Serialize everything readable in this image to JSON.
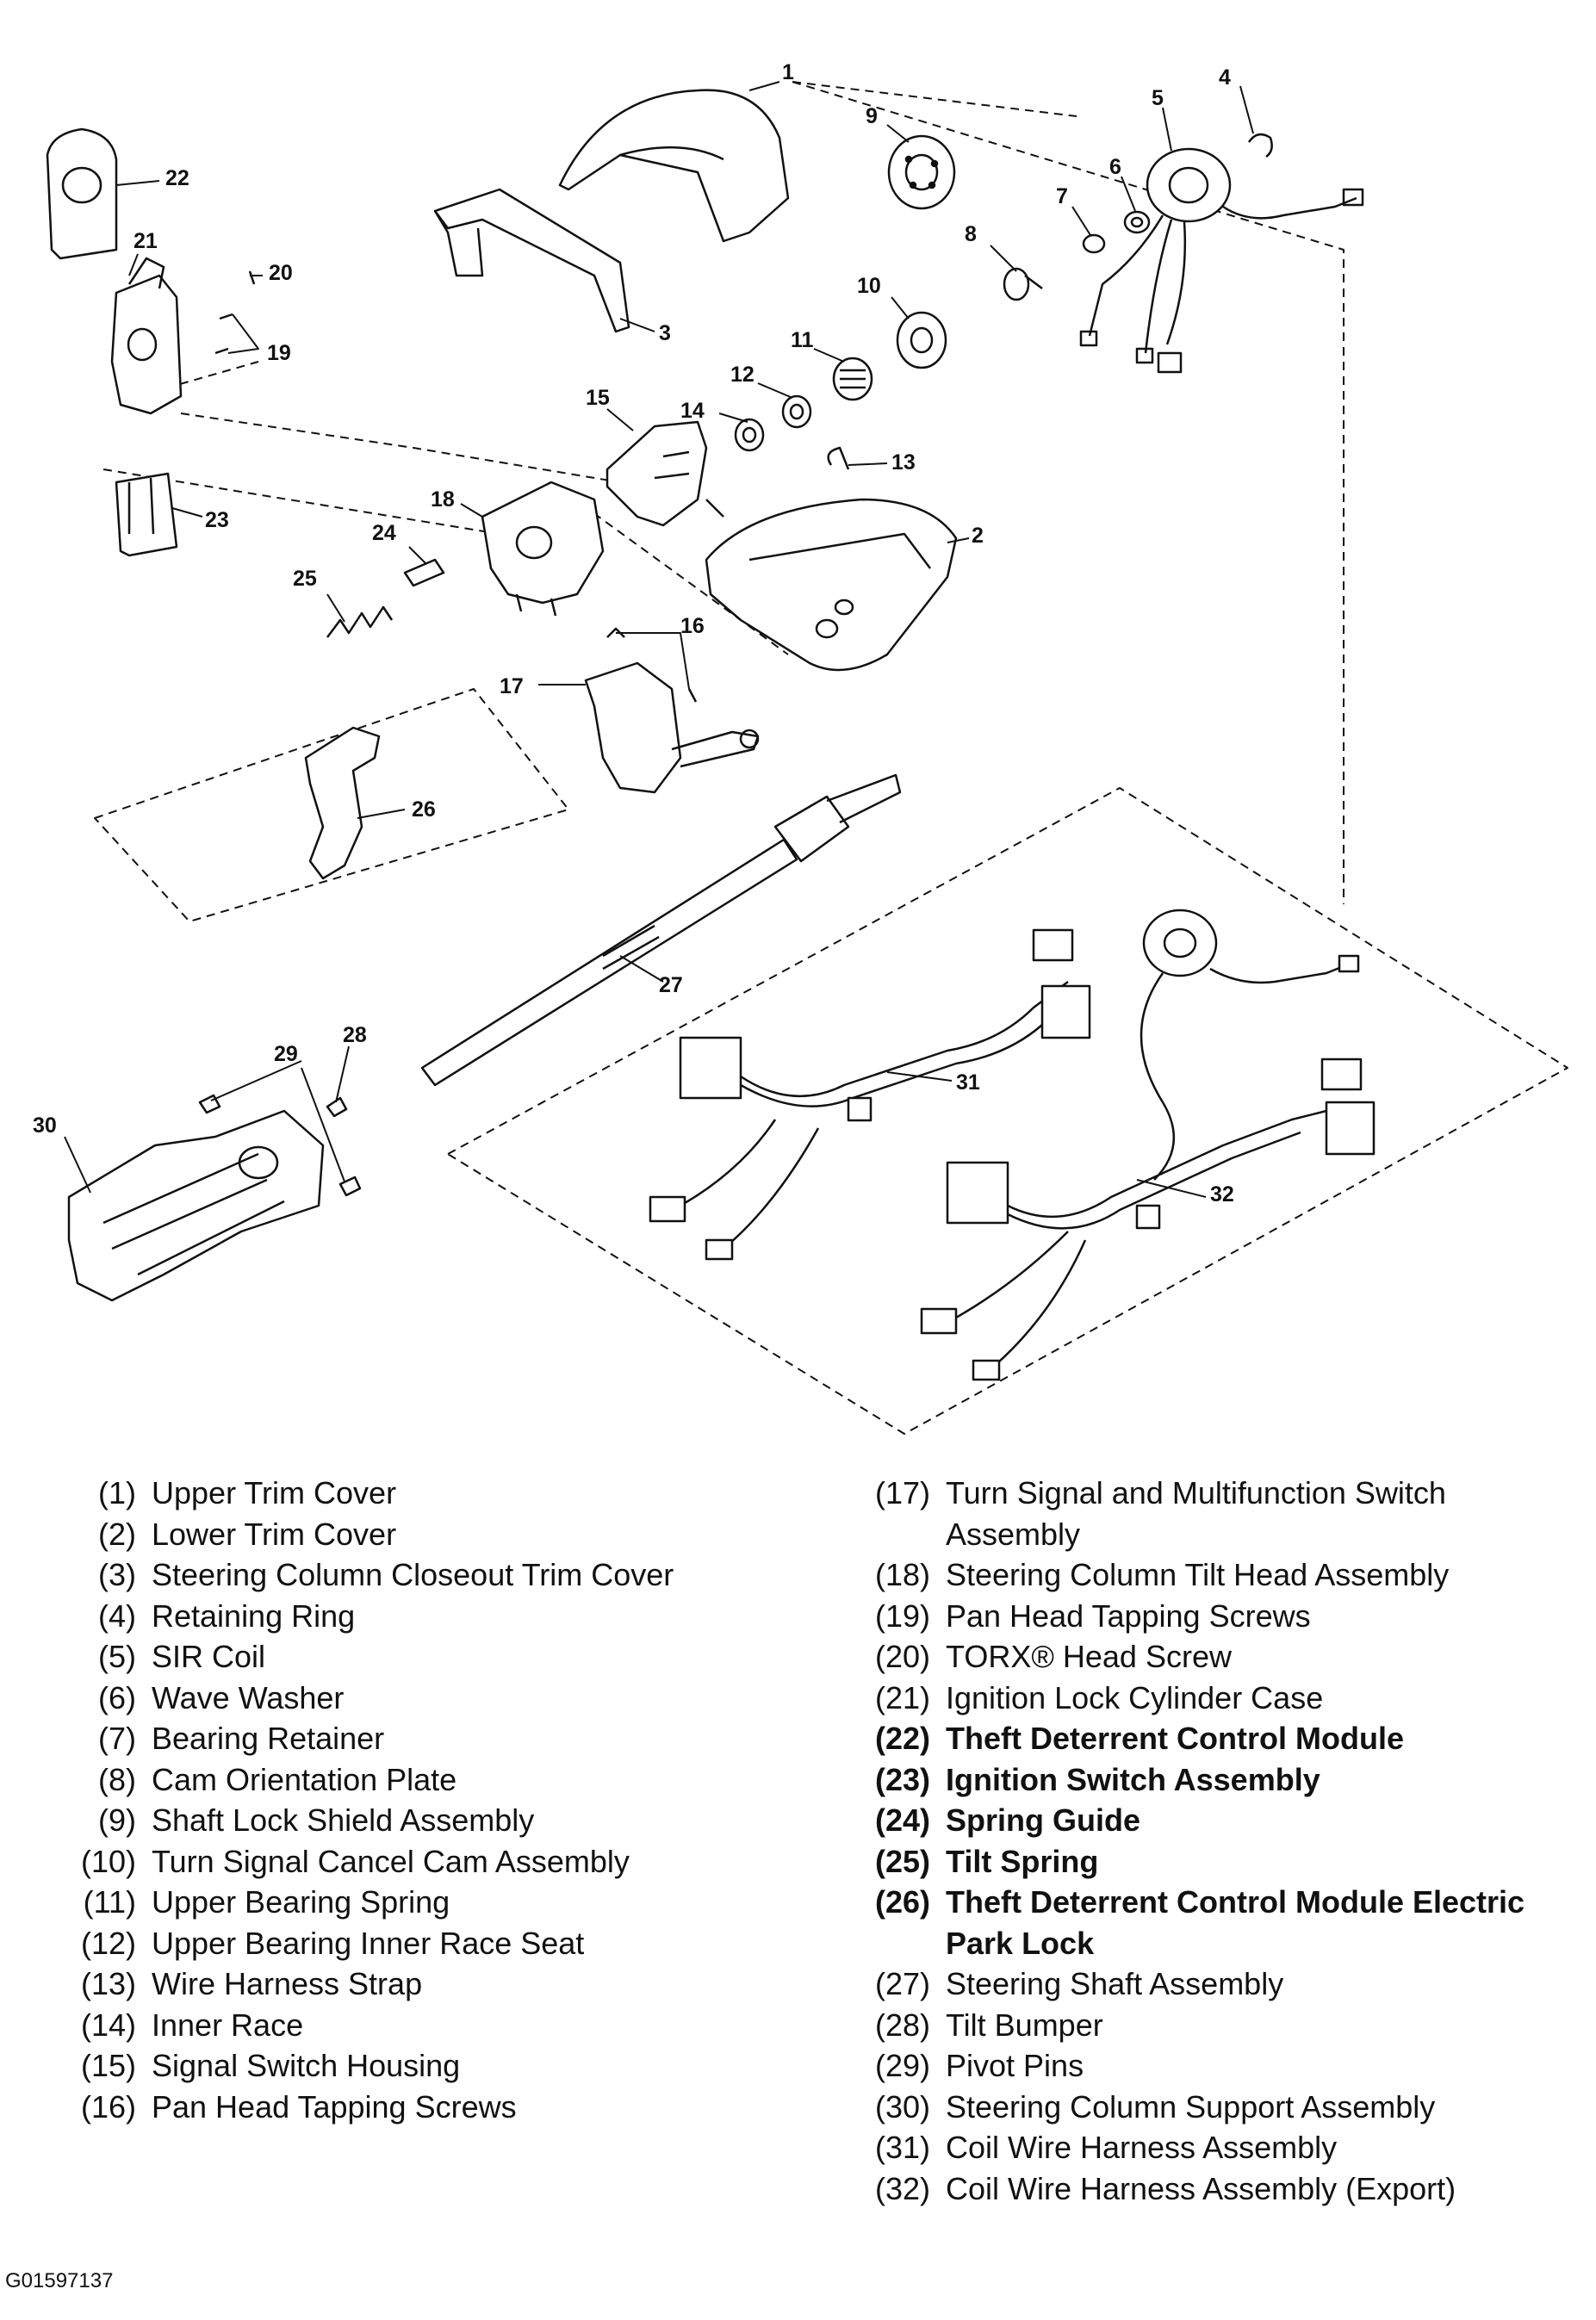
{
  "callouts": [
    "1",
    "2",
    "3",
    "4",
    "5",
    "6",
    "7",
    "8",
    "9",
    "10",
    "11",
    "12",
    "13",
    "14",
    "15",
    "16",
    "17",
    "18",
    "19",
    "20",
    "21",
    "22",
    "23",
    "24",
    "25",
    "26",
    "27",
    "28",
    "29",
    "30",
    "31",
    "32"
  ],
  "legend_left": [
    {
      "num": "(1)",
      "text": "Upper Trim Cover"
    },
    {
      "num": "(2)",
      "text": "Lower Trim Cover"
    },
    {
      "num": "(3)",
      "text": "Steering Column Closeout Trim Cover"
    },
    {
      "num": "(4)",
      "text": "Retaining Ring"
    },
    {
      "num": "(5)",
      "text": "SIR Coil"
    },
    {
      "num": "(6)",
      "text": "Wave Washer"
    },
    {
      "num": "(7)",
      "text": "Bearing Retainer"
    },
    {
      "num": "(8)",
      "text": "Cam Orientation Plate"
    },
    {
      "num": "(9)",
      "text": "Shaft Lock Shield Assembly"
    },
    {
      "num": "(10)",
      "text": "Turn Signal Cancel Cam Assembly"
    },
    {
      "num": "(11)",
      "text": "Upper Bearing Spring"
    },
    {
      "num": "(12)",
      "text": "Upper Bearing Inner Race Seat"
    },
    {
      "num": "(13)",
      "text": "Wire Harness Strap"
    },
    {
      "num": "(14)",
      "text": "Inner Race"
    },
    {
      "num": "(15)",
      "text": "Signal Switch Housing"
    },
    {
      "num": "(16)",
      "text": "Pan Head Tapping Screws"
    }
  ],
  "legend_right": [
    {
      "num": "(17)",
      "text": "Turn Signal and Multifunction Switch Assembly",
      "bold": false
    },
    {
      "num": "(18)",
      "text": "Steering Column Tilt Head Assembly",
      "bold": false
    },
    {
      "num": "(19)",
      "text": "Pan Head Tapping Screws",
      "bold": false
    },
    {
      "num": "(20)",
      "text": "TORX® Head Screw",
      "bold": false
    },
    {
      "num": "(21)",
      "text": "Ignition Lock Cylinder Case",
      "bold": false
    },
    {
      "num": "(22)",
      "text": "Theft Deterrent Control Module",
      "bold": true
    },
    {
      "num": "(23)",
      "text": "Ignition Switch Assembly",
      "bold": true
    },
    {
      "num": "(24)",
      "text": "Spring Guide",
      "bold": true
    },
    {
      "num": "(25)",
      "text": "Tilt Spring",
      "bold": true
    },
    {
      "num": "(26)",
      "text": "Theft Deterrent Control Module Electric Park Lock",
      "bold": true
    },
    {
      "num": "(27)",
      "text": "Steering Shaft Assembly",
      "bold": false
    },
    {
      "num": "(28)",
      "text": "Tilt Bumper",
      "bold": false
    },
    {
      "num": "(29)",
      "text": "Pivot Pins",
      "bold": false
    },
    {
      "num": "(30)",
      "text": "Steering Column Support Assembly",
      "bold": false
    },
    {
      "num": "(31)",
      "text": "Coil Wire Harness Assembly",
      "bold": false
    },
    {
      "num": "(32)",
      "text": "Coil Wire Harness Assembly (Export)",
      "bold": false
    }
  ],
  "figure_id": "G01597137"
}
